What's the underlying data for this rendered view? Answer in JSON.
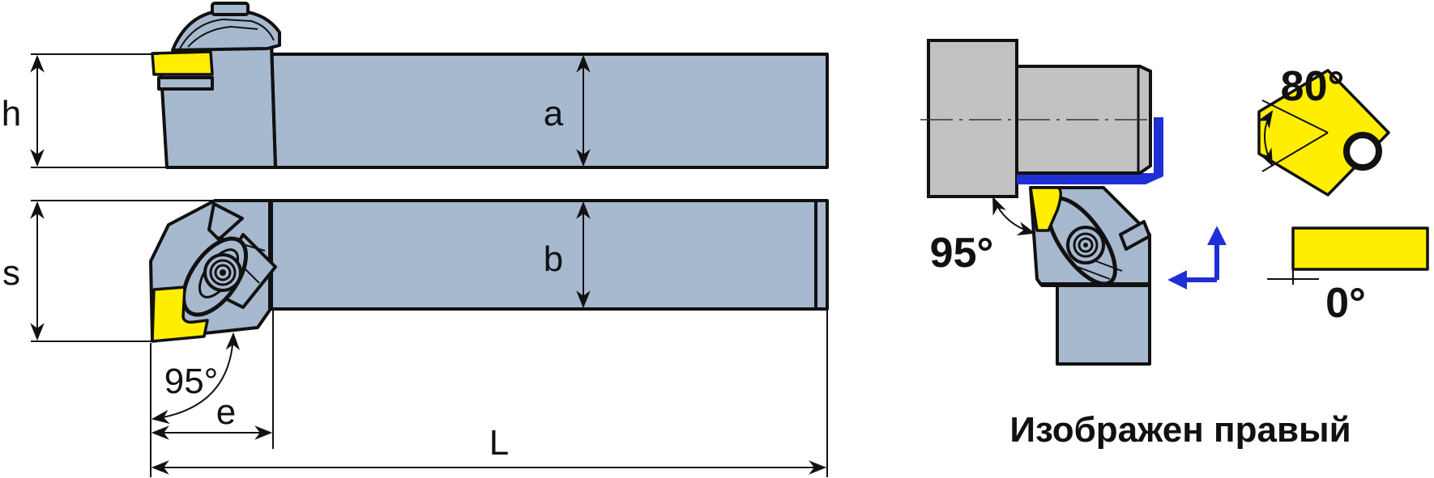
{
  "dimensions": {
    "h": "h",
    "a": "a",
    "s": "s",
    "b": "b",
    "e": "e",
    "L": "L",
    "angle_front": "95°"
  },
  "side_view": {
    "angle_lead": "95°"
  },
  "insert": {
    "angle_nose": "80°",
    "clearance": "0°"
  },
  "caption": "Изображен правый",
  "colors": {
    "holder_body": "#a7b9cf",
    "insert": "#ffee00",
    "workpiece": "#c2c2c2",
    "feed_arrow": "#1f2fd6"
  }
}
